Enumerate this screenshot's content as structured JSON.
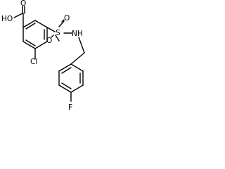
{
  "molecule": {
    "groups": {
      "carboxylic_acid": {
        "label": "HO",
        "carbonyl_oxygen": "O"
      },
      "chloro": "Cl",
      "sulfonyl": {
        "sulfur": "S",
        "oxygen_left": "O",
        "oxygen_right": "O"
      },
      "amine": "NH",
      "fluoro": "F"
    }
  },
  "colors": {
    "bond": "#000000",
    "text": "#000000",
    "background": "#ffffff"
  }
}
